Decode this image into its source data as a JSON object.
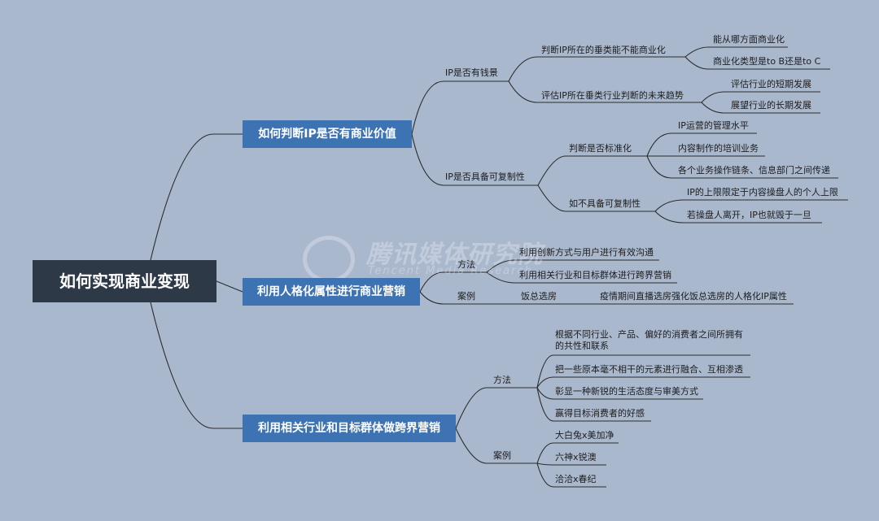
{
  "root": "如何实现商业变现",
  "watermark": {
    "name": "腾讯媒体研究院",
    "sub": "Tencent Media Research"
  },
  "branch1": {
    "title": "如何判断IP是否有商业价值",
    "a": {
      "label": "IP是否有钱景",
      "a1": {
        "label": "判断IP所在的垂类能不能商业化",
        "items": [
          "能从哪方面商业化",
          "商业化类型是to B还是to C"
        ]
      },
      "a2": {
        "label": "评估IP所在垂类行业判断的未来趋势",
        "items": [
          "评估行业的短期发展",
          "展望行业的长期发展"
        ]
      }
    },
    "b": {
      "label": "IP是否具备可复制性",
      "b1": {
        "label": "判断是否标准化",
        "items": [
          "IP运营的管理水平",
          "内容制作的培训业务",
          "各个业务操作链条、信息部门之间传递"
        ]
      },
      "b2": {
        "label": "如不具备可复制性",
        "items": [
          "IP的上限限定于内容操盘人的个人上限",
          "若操盘人离开，IP也就毁于一旦"
        ]
      }
    }
  },
  "branch2": {
    "title": "利用人格化属性进行商业营销",
    "method": {
      "label": "方法",
      "items": [
        "利用创新方式与用户进行有效沟通",
        "利用相关行业和目标群体进行跨界营销"
      ]
    },
    "case": {
      "label": "案例",
      "name": "饭总选房",
      "detail": "疫情期间直播选房强化饭总选房的人格化IP属性"
    }
  },
  "branch3": {
    "title": "利用相关行业和目标群体做跨界营销",
    "method": {
      "label": "方法",
      "items": [
        "根据不同行业、产品、偏好的消费者之间所拥有的共性和联系",
        "把一些原本毫不相干的元素进行融合、互相渗透",
        "彰显一种新锐的生活态度与审美方式",
        "赢得目标消费者的好感"
      ]
    },
    "case": {
      "label": "案例",
      "items": [
        "大白兔x美加净",
        "六神x锐澳",
        "洽洽x春纪"
      ]
    }
  }
}
